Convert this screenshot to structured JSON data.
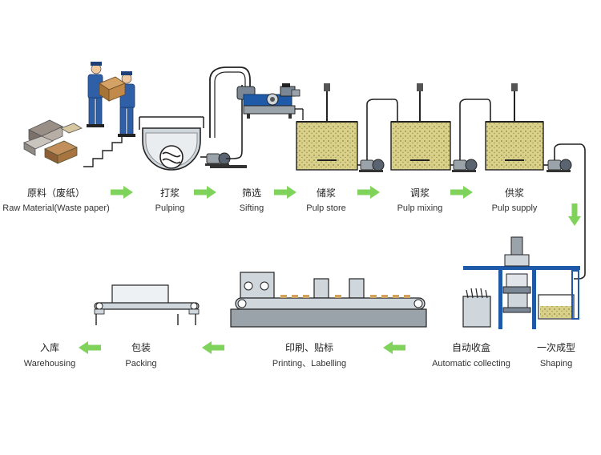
{
  "colors": {
    "arrow": "#7fd35a",
    "pulp": "#d6cf8a",
    "pipe": "#2a2a2a",
    "worker_blue": "#2f5fa6",
    "machine_blue": "#1e5aa8"
  },
  "steps": [
    {
      "cn": "原料（废纸）",
      "en": "Raw Material(Waste paper)"
    },
    {
      "cn": "打浆",
      "en": "Pulping"
    },
    {
      "cn": "筛选",
      "en": "Sifting"
    },
    {
      "cn": "储浆",
      "en": "Pulp store"
    },
    {
      "cn": "调浆",
      "en": "Pulp mixing"
    },
    {
      "cn": "供浆",
      "en": "Pulp supply"
    },
    {
      "cn": "一次成型",
      "en": "Shaping"
    },
    {
      "cn": "自动收盒",
      "en": "Automatic collecting"
    },
    {
      "cn": "印刷、贴标",
      "en": "Printing、Labelling"
    },
    {
      "cn": "包装",
      "en": "Packing"
    },
    {
      "cn": "入库",
      "en": "Warehousing"
    }
  ],
  "icons": {
    "workers": "workers-carrying-box-icon",
    "paper": "waste-paper-bales-icon",
    "pulper": "pulper-tank-icon",
    "sifter": "sifting-machine-icon",
    "tank": "stirred-tank-icon",
    "shaper": "forming-press-icon",
    "collector": "collecting-box-icon",
    "printer": "printing-conveyor-icon",
    "packer": "packing-conveyor-icon",
    "arrow": "green-arrow-icon"
  }
}
